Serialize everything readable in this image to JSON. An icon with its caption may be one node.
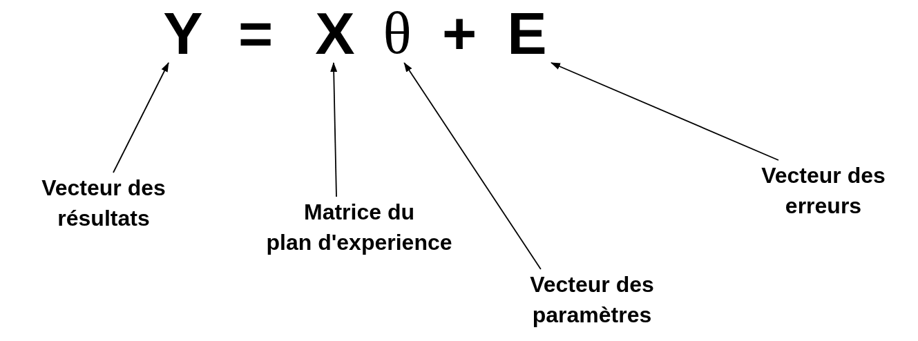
{
  "diagram": {
    "nodes": [
      {
        "text": [
          "Y"
        ]
      },
      {
        "text": [
          "X"
        ]
      },
      {
        "text": [
          "θ"
        ]
      },
      {
        "text": [
          "E"
        ]
      },
      {
        "text": [
          "Vecteur des résultats"
        ]
      },
      {
        "text": [
          "Matrice du plan d'experience"
        ]
      },
      {
        "text": [
          "Vecteur des paramètres"
        ]
      },
      {
        "text": [
          "Vecteur des erreurs"
        ]
      }
    ],
    "edges": [
      {
        "from": 4,
        "to": 0,
        "arrow": "to"
      },
      {
        "from": 5,
        "to": 1,
        "arrow": "to"
      },
      {
        "from": 6,
        "to": 2,
        "arrow": "to"
      },
      {
        "from": 7,
        "to": 3,
        "arrow": "to"
      }
    ],
    "labels": [
      "=",
      "+"
    ]
  }
}
